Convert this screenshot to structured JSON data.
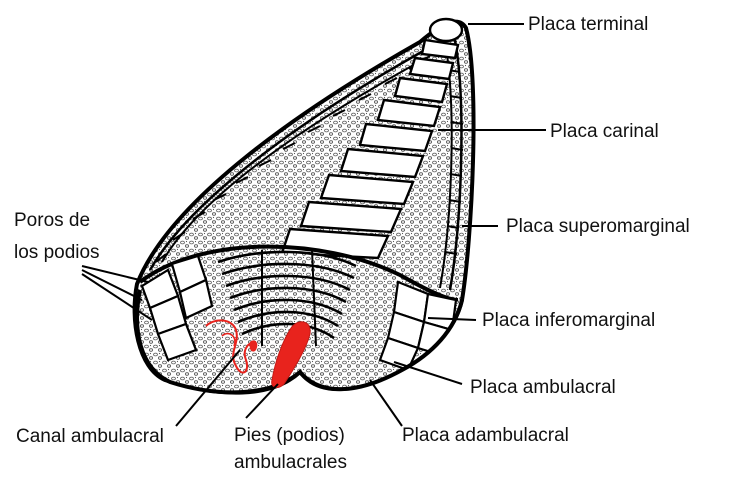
{
  "labels": {
    "placa_terminal": "Placa terminal",
    "placa_carinal": "Placa carinal",
    "poros_line1": "Poros de",
    "poros_line2": "los podios",
    "placa_superomarginal": "Placa superomarginal",
    "placa_inferomarginal": "Placa inferomarginal",
    "placa_ambulacral": "Placa ambulacral",
    "canal_ambulacral": "Canal ambulacral",
    "pies_line1": "Pies (podios)",
    "pies_line2": "ambulacrales",
    "placa_adambulacral": "Placa adambulacral"
  },
  "colors": {
    "outline": "#000000",
    "stipple": "#555555",
    "podia_red": "#e8231d",
    "background": "#ffffff"
  }
}
